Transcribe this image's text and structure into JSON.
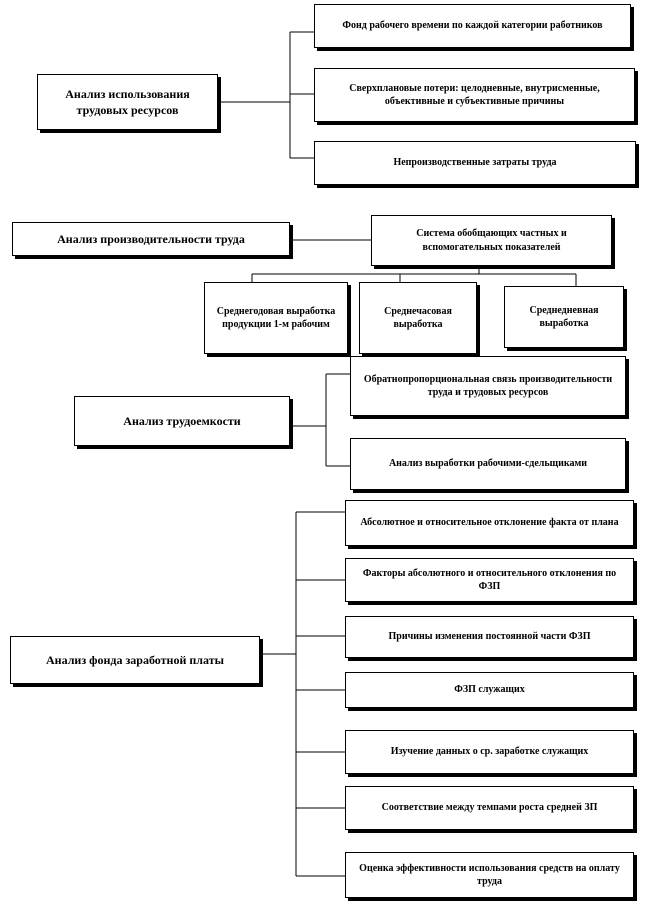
{
  "group_labor": {
    "title": "Анализ использования трудовых ресурсов",
    "items": [
      "Фонд рабочего времени по каждой категории работников",
      "Сверхплановые потери: целодневные, внутрисменные, объективные и субъективные причины",
      "Непроизводственные затраты труда"
    ]
  },
  "group_productivity": {
    "title": "Анализ производительности труда",
    "system_box": "Система обобщающих частных и вспомогательных показателей",
    "indicators": [
      "Среднегодовая выработка продукции 1-м рабочим",
      "Среднечасовая выработка",
      "Среднедневная выработка"
    ]
  },
  "group_laboriousness": {
    "title": "Анализ трудоемкости",
    "items": [
      "Обратнопропорциональная связь производительности труда и трудовых ресурсов",
      "Анализ выработки рабочими-сдельщиками"
    ]
  },
  "group_wages": {
    "title": "Анализ фонда заработной платы",
    "items": [
      "Абсолютное и относительное отклонение факта от плана",
      "Факторы абсолютного и относительного отклонения по ФЗП",
      "Причины изменения постоянной части ФЗП",
      "ФЗП служащих",
      "Изучение данных о ср. заработке служащих",
      "Соответствие между темпами роста средней ЗП",
      "Оценка эффективности использования средств на оплату труда"
    ]
  }
}
